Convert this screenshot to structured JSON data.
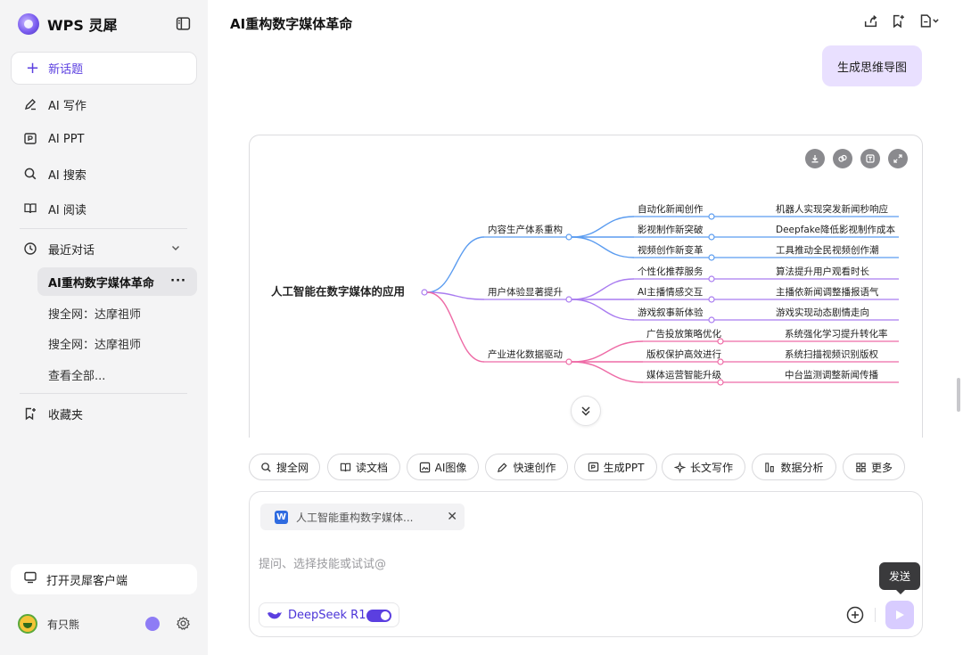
{
  "brand": {
    "name": "WPS 灵犀"
  },
  "sidebar": {
    "new_chat": "新话题",
    "nav": [
      {
        "label": "AI 写作",
        "icon": "pen-icon"
      },
      {
        "label": "AI PPT",
        "icon": "ppt-icon"
      },
      {
        "label": "AI 搜索",
        "icon": "search-icon"
      },
      {
        "label": "AI 阅读",
        "icon": "book-icon"
      }
    ],
    "recent_label": "最近对话",
    "recent": [
      {
        "label": "AI重构数字媒体革命",
        "active": true
      },
      {
        "label": "搜全网：达摩祖师"
      },
      {
        "label": "搜全网：达摩祖师"
      },
      {
        "label": "查看全部..."
      }
    ],
    "more_dots": "···",
    "favorites": "收藏夹",
    "open_client": "打开灵犀客户端",
    "user_name": "有只熊"
  },
  "header": {
    "title": "AI重构数字媒体革命"
  },
  "conversation": {
    "user_message": "生成思维导图"
  },
  "mindmap": {
    "root": "人工智能在数字媒体的应用",
    "branches": [
      {
        "label": "内容生产体系重构",
        "color": "#5b9cf0",
        "children": [
          {
            "label": "自动化新闻创作",
            "leaf": "机器人实现突发新闻秒响应"
          },
          {
            "label": "影视制作新突破",
            "leaf": "Deepfake降低影视制作成本"
          },
          {
            "label": "视频创作新变革",
            "leaf": "工具推动全民视频创作潮"
          }
        ]
      },
      {
        "label": "用户体验显著提升",
        "color": "#a97cf0",
        "children": [
          {
            "label": "个性化推荐服务",
            "leaf": "算法提升用户观看时长"
          },
          {
            "label": "AI主播情感交互",
            "leaf": "主播依新闻调整播报语气"
          },
          {
            "label": "游戏叙事新体验",
            "leaf": "游戏实现动态剧情走向"
          }
        ]
      },
      {
        "label": "产业进化数据驱动",
        "color": "#ee6ba6",
        "children": [
          {
            "label": "广告投放策略优化",
            "leaf": "系统强化学习提升转化率"
          },
          {
            "label": "版权保护高效进行",
            "leaf": "系统扫描视频识别版权"
          },
          {
            "label": "媒体运营智能升级",
            "leaf": "中台监测调整新闻传播"
          }
        ]
      }
    ]
  },
  "chips": [
    {
      "label": "搜全网",
      "icon": "search-icon"
    },
    {
      "label": "读文档",
      "icon": "book-icon"
    },
    {
      "label": "AI图像",
      "icon": "image-icon"
    },
    {
      "label": "快速创作",
      "icon": "pen-icon"
    },
    {
      "label": "生成PPT",
      "icon": "ppt-icon"
    },
    {
      "label": "长文写作",
      "icon": "sparkle-icon"
    },
    {
      "label": "数据分析",
      "icon": "chart-icon"
    },
    {
      "label": "更多",
      "icon": "grid-icon"
    }
  ],
  "input": {
    "attachment": "人工智能重构数字媒体...",
    "attachment_type": "W",
    "placeholder": "提问、选择技能或试试@",
    "model": "DeepSeek R1",
    "send_tooltip": "发送"
  },
  "colors": {
    "accent": "#5b3fe0",
    "bubble": "#e9e0ff",
    "send": "#d8ccff"
  }
}
